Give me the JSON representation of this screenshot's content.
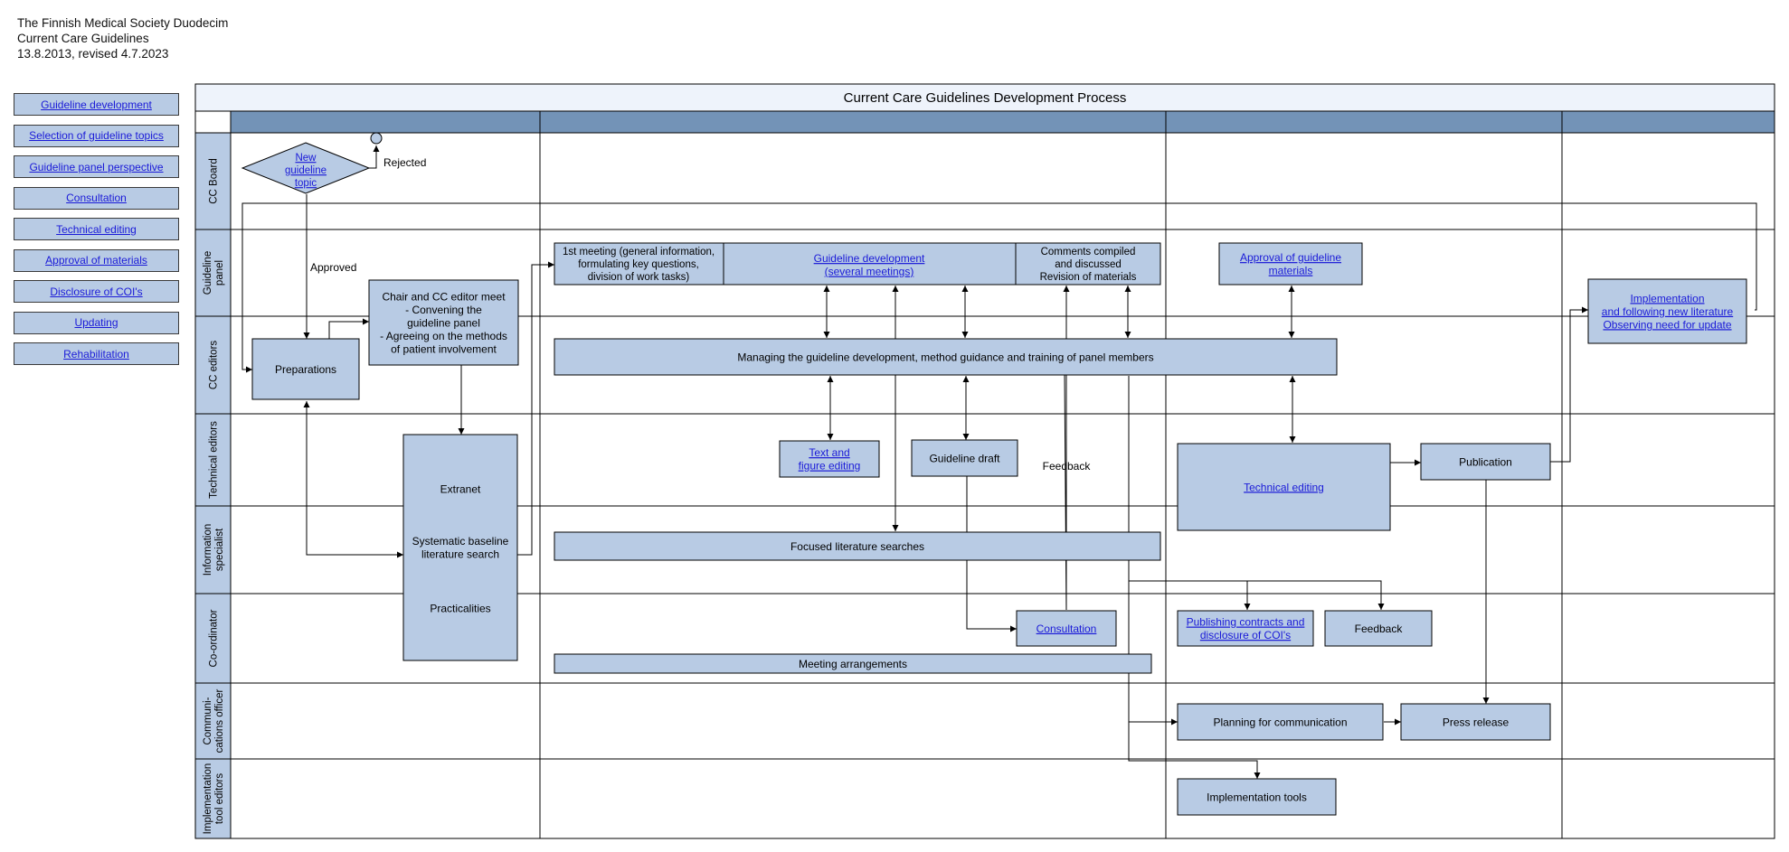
{
  "header": {
    "line1": "The Finnish Medical Society Duodecim",
    "line2": "Current Care Guidelines",
    "line3": "13.8.2013, revised 4.7.2023"
  },
  "sidebar": {
    "items": [
      {
        "label": "Guideline development"
      },
      {
        "label": "Selection of guideline topics"
      },
      {
        "label": "Guideline panel perspective"
      },
      {
        "label": "Consultation"
      },
      {
        "label": "Technical editing"
      },
      {
        "label": "Approval of materials"
      },
      {
        "label": "Disclosure of COI's"
      },
      {
        "label": "Updating"
      },
      {
        "label": "Rehabilitation"
      }
    ]
  },
  "diagram": {
    "title": "Current Care Guidelines Development Process",
    "lanes": [
      {
        "label": [
          "CC Board"
        ]
      },
      {
        "label": [
          "Guideline",
          "panel"
        ]
      },
      {
        "label": [
          "CC editors"
        ]
      },
      {
        "label": [
          "Technical editors"
        ]
      },
      {
        "label": [
          "Information",
          "specialist"
        ]
      },
      {
        "label": [
          "Co-ordinator"
        ]
      },
      {
        "label": [
          "Communi-",
          "cations officer"
        ]
      },
      {
        "label": [
          "Implementation",
          "tool editors"
        ]
      }
    ],
    "nodes": {
      "new_topic": [
        "New",
        "guideline",
        "topic"
      ],
      "rejected": "Rejected",
      "approved": "Approved",
      "chair_meet": [
        "Chair and CC editor meet",
        "- Convening the",
        "guideline panel",
        "- Agreeing on the methods",
        "of patient involvement"
      ],
      "preparations": "Preparations",
      "extranet": "Extranet",
      "sys_search": [
        "Systematic baseline",
        "literature search"
      ],
      "practicalities": "Practicalities",
      "first_meeting": [
        "1st meeting (general information,",
        "formulating key questions,",
        "division of work tasks)"
      ],
      "guideline_dev": [
        "Guideline development",
        "(several meetings)"
      ],
      "comments": [
        "Comments compiled",
        "and discussed",
        "Revision of materials"
      ],
      "approval": [
        "Approval of guideline",
        "materials"
      ],
      "implementation": [
        "Implementation",
        "and following new literature",
        "Observing need for update"
      ],
      "managing": "Managing the guideline development, method guidance and training of panel members",
      "text_fig": [
        "Text and",
        "figure editing"
      ],
      "draft": "Guideline draft",
      "feedback_label": "Feedback",
      "tech_editing": "Technical editing",
      "publication": "Publication",
      "focused": "Focused literature searches",
      "consultation": "Consultation",
      "publishing": [
        "Publishing contracts and",
        "disclosure of COI's"
      ],
      "feedback_box": "Feedback",
      "meeting_arr": "Meeting arrangements",
      "planning": "Planning for communication",
      "press": "Press release",
      "impl_tools": "Implementation tools"
    }
  },
  "colors": {
    "box_fill": "#b8cbe4",
    "lane_header": "#7393b7",
    "title_band": "#eef3fb",
    "link": "#1a1ad8",
    "line": "#000000"
  }
}
